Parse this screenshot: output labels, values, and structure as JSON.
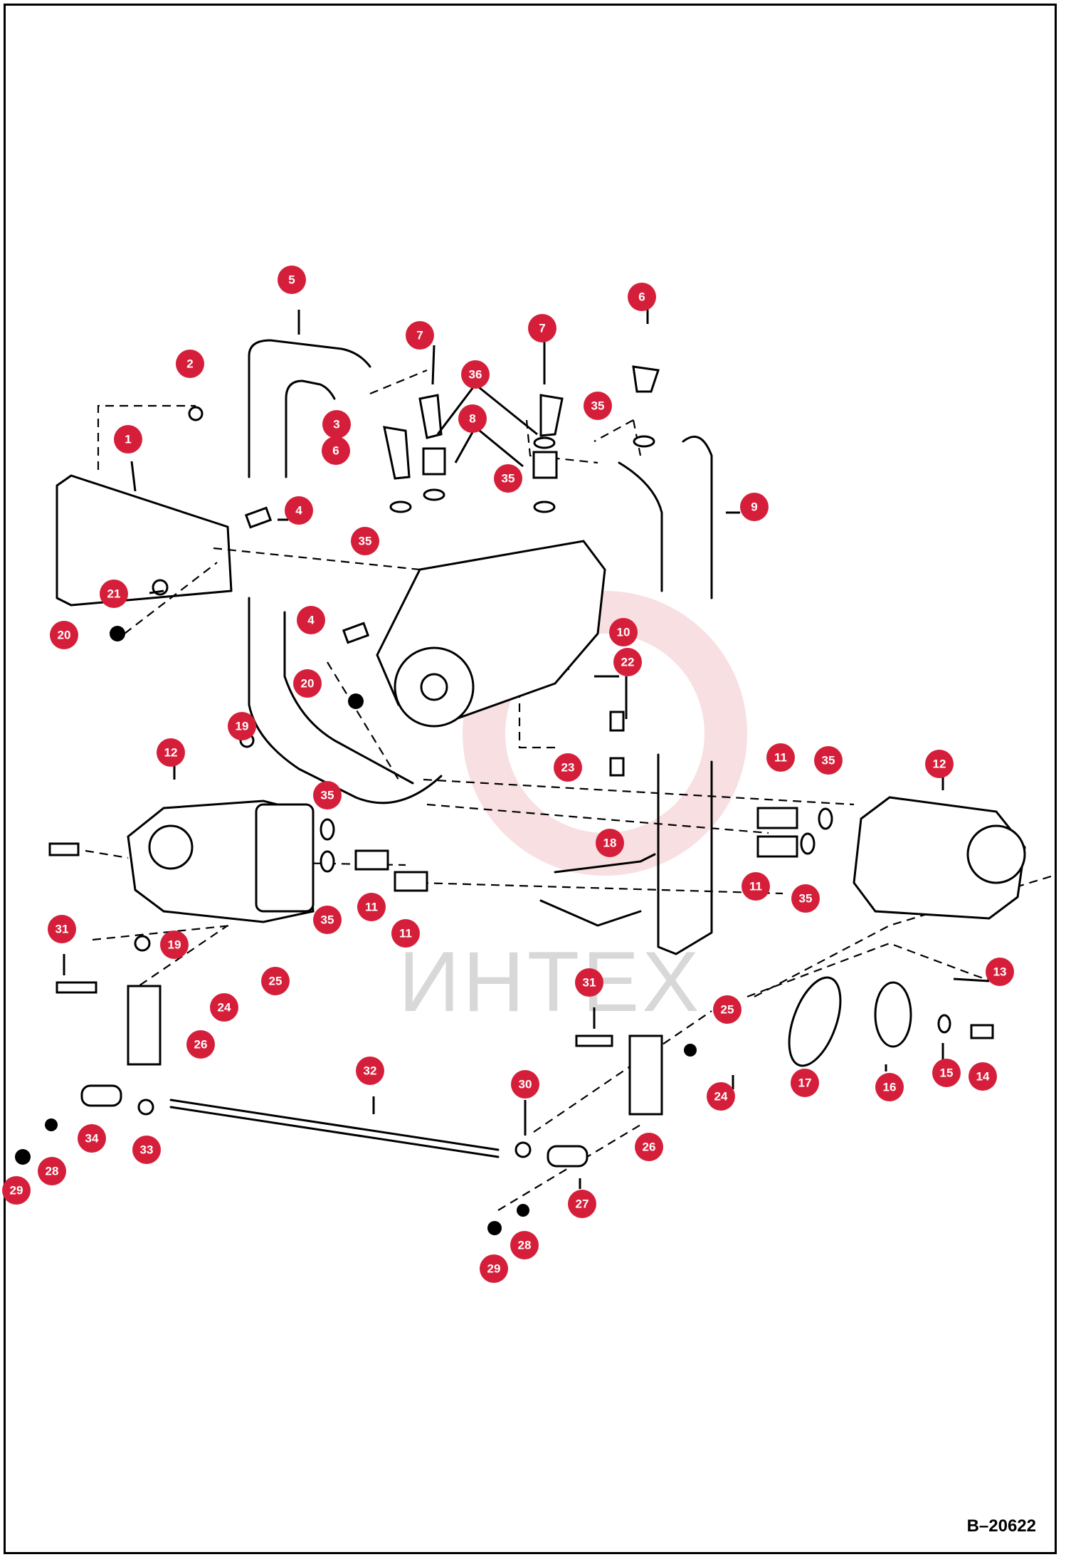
{
  "drawing_ref": "B–20622",
  "watermark": "ИНТЕХ",
  "colors": {
    "callout": "#d51f3a",
    "line": "#000000",
    "watermark": "#d8d8d8"
  },
  "callouts": [
    {
      "n": "5"
    },
    {
      "n": "6"
    },
    {
      "n": "7"
    },
    {
      "n": "7"
    },
    {
      "n": "2"
    },
    {
      "n": "36"
    },
    {
      "n": "35"
    },
    {
      "n": "8"
    },
    {
      "n": "3"
    },
    {
      "n": "6"
    },
    {
      "n": "1"
    },
    {
      "n": "35"
    },
    {
      "n": "9"
    },
    {
      "n": "4"
    },
    {
      "n": "35"
    },
    {
      "n": "21"
    },
    {
      "n": "20"
    },
    {
      "n": "4"
    },
    {
      "n": "10"
    },
    {
      "n": "22"
    },
    {
      "n": "20"
    },
    {
      "n": "19"
    },
    {
      "n": "12"
    },
    {
      "n": "23"
    },
    {
      "n": "11"
    },
    {
      "n": "35"
    },
    {
      "n": "12"
    },
    {
      "n": "35"
    },
    {
      "n": "18"
    },
    {
      "n": "11"
    },
    {
      "n": "35"
    },
    {
      "n": "11"
    },
    {
      "n": "35"
    },
    {
      "n": "11"
    },
    {
      "n": "31"
    },
    {
      "n": "19"
    },
    {
      "n": "13"
    },
    {
      "n": "25"
    },
    {
      "n": "31"
    },
    {
      "n": "24"
    },
    {
      "n": "25"
    },
    {
      "n": "26"
    },
    {
      "n": "32"
    },
    {
      "n": "30"
    },
    {
      "n": "17"
    },
    {
      "n": "16"
    },
    {
      "n": "15"
    },
    {
      "n": "14"
    },
    {
      "n": "34"
    },
    {
      "n": "24"
    },
    {
      "n": "33"
    },
    {
      "n": "28"
    },
    {
      "n": "26"
    },
    {
      "n": "29"
    },
    {
      "n": "27"
    },
    {
      "n": "28"
    },
    {
      "n": "29"
    }
  ]
}
